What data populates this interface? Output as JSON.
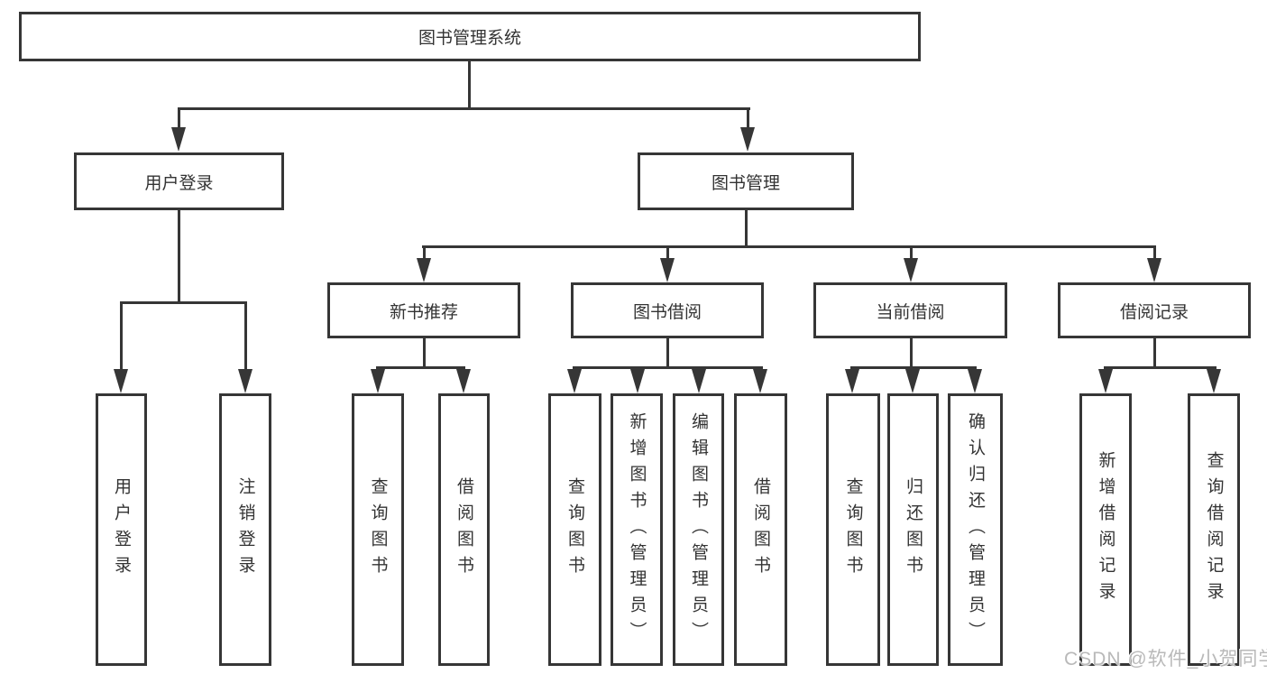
{
  "diagram": {
    "root": "图书管理系统",
    "user_login": {
      "label": "用户登录",
      "children": [
        "用户登录",
        "注销登录"
      ]
    },
    "book_mgmt": {
      "label": "图书管理",
      "sections": {
        "new_books": {
          "label": "新书推荐",
          "children": [
            "查询图书",
            "借阅图书"
          ]
        },
        "book_borrow": {
          "label": "图书借阅",
          "children": [
            "查询图书",
            "新增图书（管理员）",
            "编辑图书（管理员）",
            "借阅图书"
          ]
        },
        "current_borrow": {
          "label": "当前借阅",
          "children": [
            "查询图书",
            "归还图书",
            "确认归还（管理员）"
          ]
        },
        "borrow_records": {
          "label": "借阅记录",
          "children": [
            "新增借阅记录",
            "查询借阅记录"
          ]
        }
      }
    }
  },
  "watermark": "CSDN @软件_小贺同学",
  "colors": {
    "line": "#363636",
    "text": "#333333",
    "background": "#ffffff",
    "watermark": "#b9b9b9"
  }
}
